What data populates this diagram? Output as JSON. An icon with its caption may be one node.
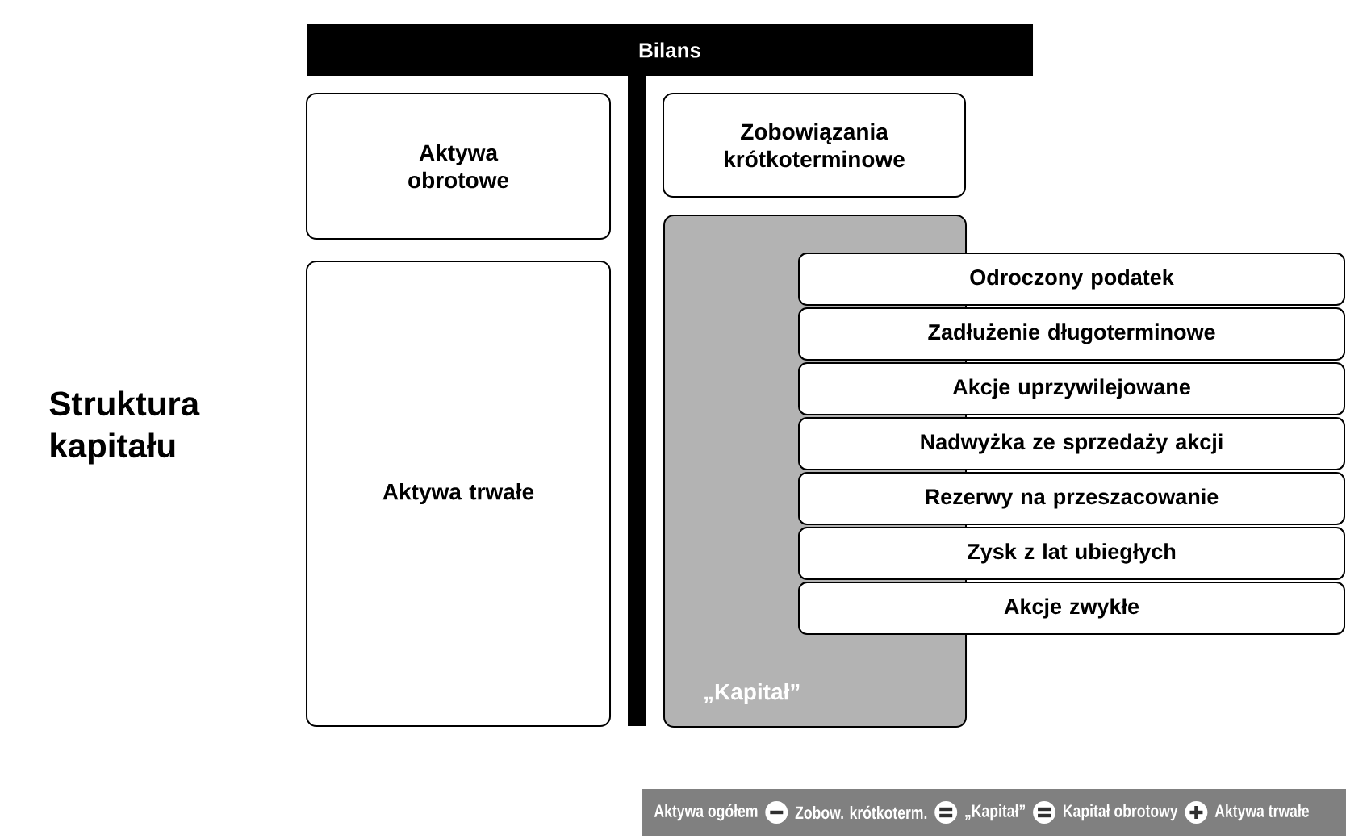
{
  "diagram": {
    "nodes": [
      {
        "text": [
          "Bilans"
        ]
      },
      {
        "text": [
          "Aktywa obrotowe"
        ]
      },
      {
        "text": [
          "Aktywa trwałe"
        ]
      },
      {
        "text": [
          "Zobowiązania krótkoterminowe"
        ]
      },
      {
        "text": [
          "„Kapitał”"
        ]
      },
      {
        "text": [
          "Odroczony podatek"
        ]
      },
      {
        "text": [
          "Zadłużenie długoterminowe"
        ]
      },
      {
        "text": [
          "Akcje uprzywilejowane"
        ]
      },
      {
        "text": [
          "Nadwyżka ze sprzedaży akcji"
        ]
      },
      {
        "text": [
          "Rezerwy na przeszacowanie"
        ]
      },
      {
        "text": [
          "Zysk z lat ubiegłych"
        ]
      },
      {
        "text": [
          "Akcje zwykłe"
        ]
      }
    ],
    "labels": [
      "Struktura kapitału",
      "Aktywa ogółem",
      "Zobow. krótkoterm.",
      "„Kapitał”",
      "Kapitał obrotowy",
      "Aktywa trwałe"
    ]
  }
}
